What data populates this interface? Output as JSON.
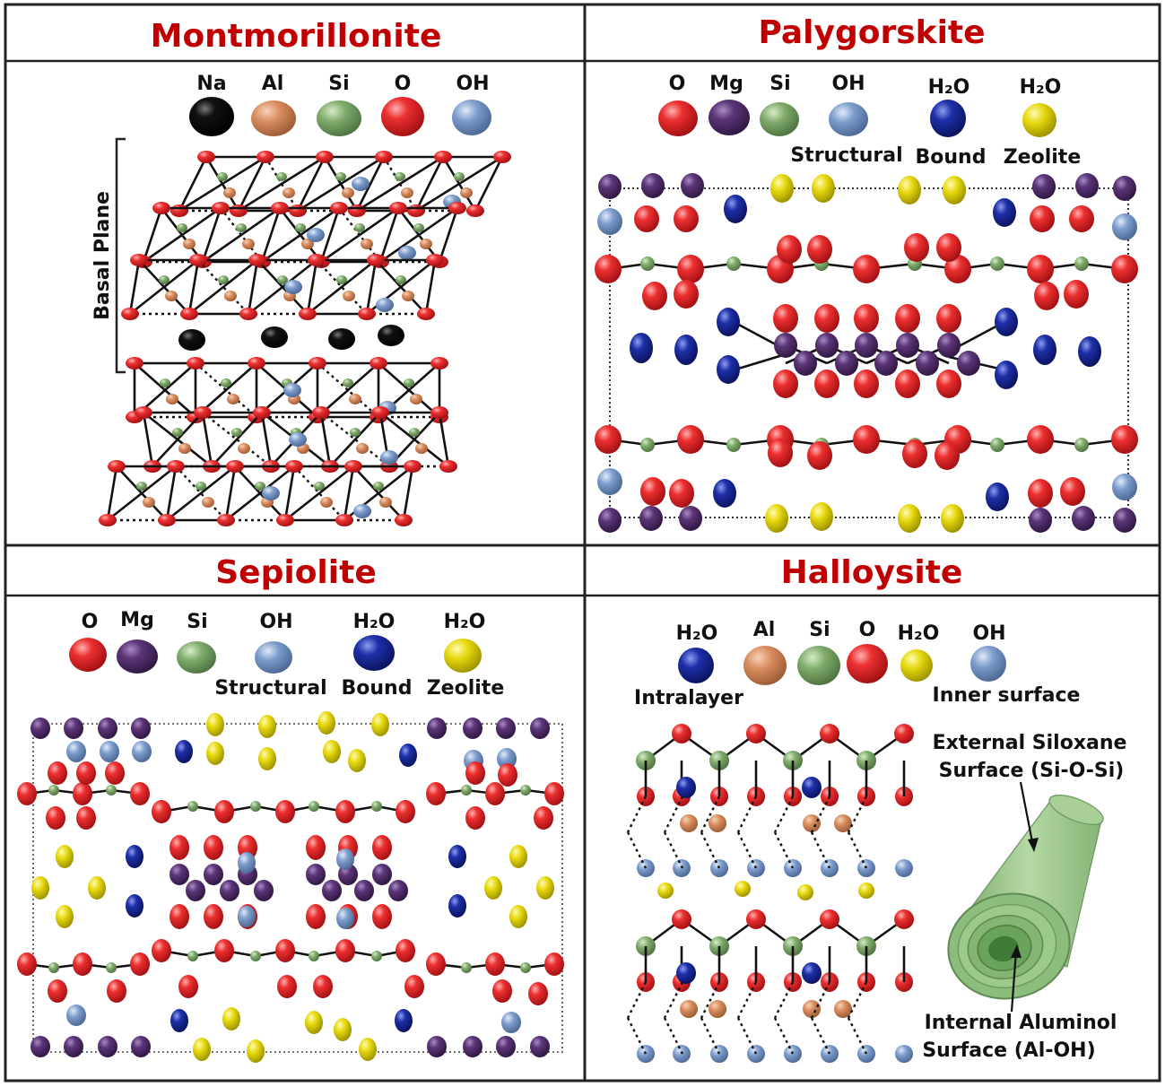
{
  "colors": {
    "title": "#c00000",
    "border": "#222222",
    "O": "#e01f26",
    "Mg": "#5c3578",
    "Si": "#7fab6b",
    "OH": "#7c9ccc",
    "H2O_bound": "#1e2fa8",
    "H2O_zeolite": "#e6d80d",
    "Na": "#0b0b0b",
    "Al": "#d98c5f",
    "tube": "#9cc78c"
  },
  "panels": {
    "montmorillonite": {
      "title": "Montmorillonite",
      "legend": [
        "Na",
        "Al",
        "Si",
        "O",
        "OH"
      ],
      "basal_plane": "Basal Plane"
    },
    "palygorskite": {
      "title": "Palygorskite",
      "legend": [
        "O",
        "Mg",
        "Si",
        "OH",
        "H₂O",
        "H₂O"
      ],
      "sublabels": [
        "Structural",
        "Bound",
        "Zeolite"
      ]
    },
    "sepiolite": {
      "title": "Sepiolite",
      "legend": [
        "O",
        "Mg",
        "Si",
        "OH",
        "H₂O",
        "H₂O"
      ],
      "sublabels": [
        "Structural",
        "Bound",
        "Zeolite"
      ]
    },
    "halloysite": {
      "title": "Halloysite",
      "legend": [
        "H₂O",
        "Al",
        "Si",
        "O",
        "H₂O",
        "OH"
      ],
      "sublabels": [
        "Intralayer",
        "Inner surface"
      ],
      "external_surface": [
        "External Siloxane",
        "Surface (Si-O-Si)"
      ],
      "internal_surface": [
        "Internal Aluminol",
        "Surface (Al-OH)"
      ]
    }
  }
}
